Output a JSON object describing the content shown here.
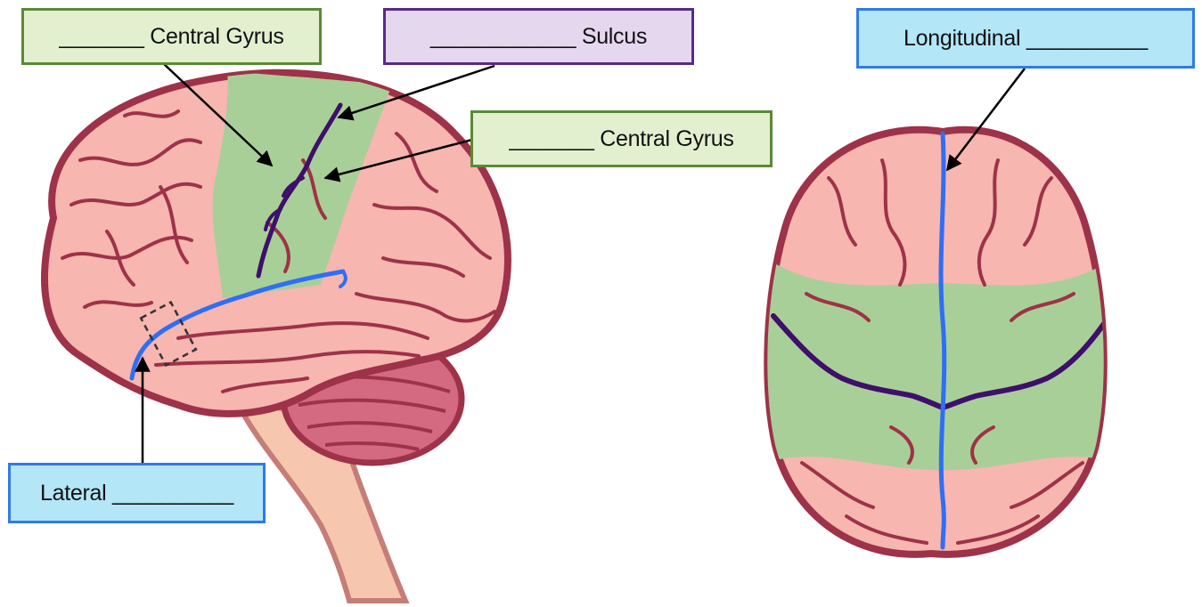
{
  "labels": {
    "precentral": "_______ Central Gyrus",
    "central_sulcus": "____________ Sulcus",
    "postcentral": "_______ Central Gyrus",
    "longitudinal": "Longitudinal __________",
    "lateral": "Lateral __________"
  },
  "colors": {
    "gyrus_box_fill": "#e2f0d0",
    "gyrus_box_border": "#5a8a35",
    "sulcus_box_fill": "#e5d8ee",
    "sulcus_box_border": "#5a2a86",
    "fissure_box_fill": "#b3e6f7",
    "fissure_box_border": "#2f7be6",
    "brain_fill": "#f7b6b0",
    "brain_outline": "#9e3248",
    "green_region": "#a9cf98",
    "central_sulcus_line": "#3e0f6b",
    "fissure_line": "#2f6ef5",
    "cerebellum": "#d36a82",
    "brainstem": "#f6c7ae"
  },
  "icons": [
    "lateral-brain-view",
    "superior-brain-view"
  ]
}
